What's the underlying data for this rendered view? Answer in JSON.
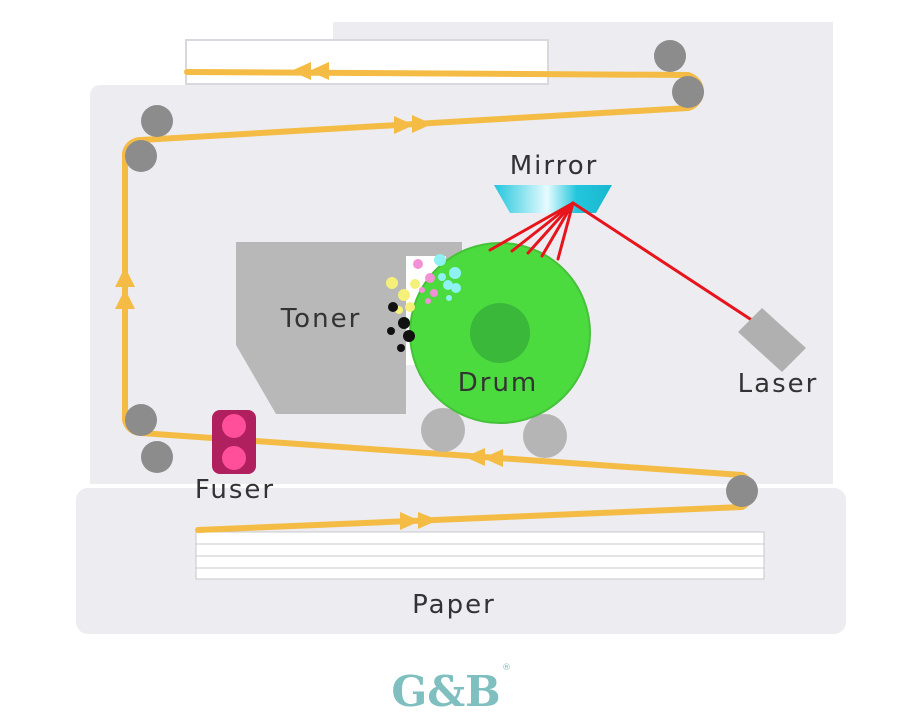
{
  "labels": {
    "mirror": "Mirror",
    "toner": "Toner",
    "drum": "Drum",
    "laser": "Laser",
    "fuser": "Fuser",
    "paper": "Paper"
  },
  "logo": {
    "text": "G&B",
    "mark": "®"
  },
  "colors": {
    "paper_path": "#f4bc45",
    "drum": "#4cdb3e",
    "drum_core": "#3ab83a",
    "laser_beam": "#e8141c",
    "fuser": "#b0205e",
    "fuser_rollers": "#ff4f9a",
    "roller": "#8c8c8c",
    "toner_cartridge": "#b8b8b8",
    "mirror": "#22c6dc",
    "laser_unit": "#b0b0b0",
    "housing": "#ececf1",
    "logo": "#7fbfbf"
  }
}
